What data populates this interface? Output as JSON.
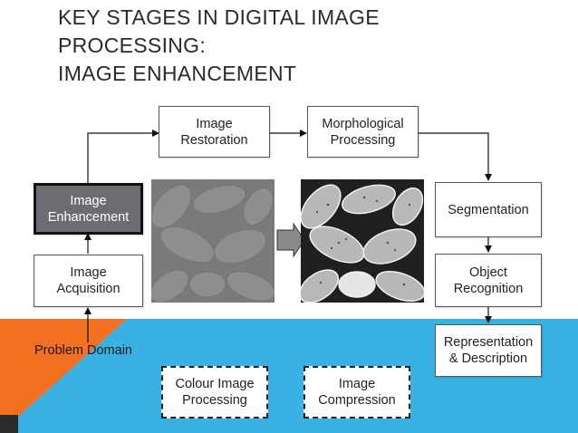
{
  "title": {
    "line1": "KEY STAGES IN DIGITAL IMAGE",
    "line2": "PROCESSING:",
    "line3": "IMAGE ENHANCEMENT"
  },
  "stages": {
    "image_restoration": "Image\nRestoration",
    "morphological_processing": "Morphological\nProcessing",
    "image_enhancement": "Image\nEnhancement",
    "segmentation": "Segmentation",
    "image_acquisition": "Image\nAcquisition",
    "object_recognition": "Object\nRecognition",
    "representation_description": "Representation\n& Description",
    "colour_image_processing": "Colour Image\nProcessing",
    "image_compression": "Image\nCompression"
  },
  "problem_domain": "Problem Domain",
  "images": {
    "before": "low-contrast-pollen-image",
    "after": "enhanced-pollen-image"
  },
  "colors": {
    "orange": "#f36f22",
    "blue": "#3ab1e3",
    "active_box": "#6b6d72"
  }
}
